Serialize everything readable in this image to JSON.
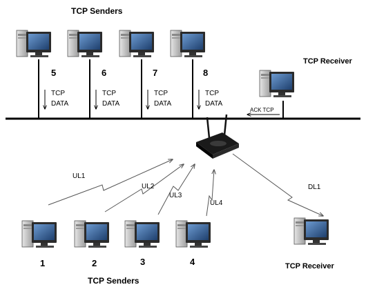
{
  "title_top": "TCP Senders",
  "title_bottom": "TCP Senders",
  "receiver_top": "TCP Receiver",
  "receiver_bottom": "TCP Receiver",
  "wired_senders": [
    {
      "num": "5",
      "tcp": "TCP",
      "data": "DATA"
    },
    {
      "num": "6",
      "tcp": "TCP",
      "data": "DATA"
    },
    {
      "num": "7",
      "tcp": "TCP",
      "data": "DATA"
    },
    {
      "num": "8",
      "tcp": "TCP",
      "data": "DATA"
    }
  ],
  "ack_label": "ACK TCP",
  "wireless_senders": [
    "1",
    "2",
    "3",
    "4"
  ],
  "links": {
    "ul1": "UL1",
    "ul2": "UL2",
    "ul3": "UL3",
    "ul4": "UL4",
    "dl1": "DL1"
  },
  "icons": {
    "computer": "desktop-computer-icon",
    "router": "wireless-access-point-icon"
  },
  "colors": {
    "line": "#000000",
    "signal": "#555555",
    "monitor_frame": "#333333",
    "screen": "#3a6da8",
    "tower": "#c8c8c8"
  }
}
